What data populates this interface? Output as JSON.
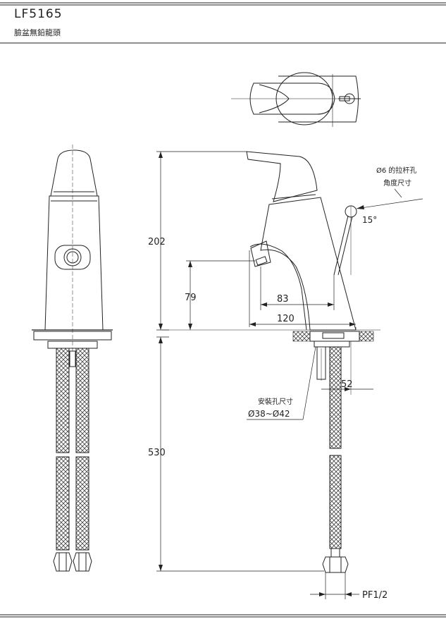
{
  "header": {
    "model": "LF5165",
    "description": "臉盆無鉛龍頭"
  },
  "dimensions": {
    "total_height": "202",
    "spout_height": "79",
    "spout_reach": "83",
    "base_length": "120",
    "hose_length": "530",
    "offset": "52",
    "thread": "PF1/2"
  },
  "annotations": {
    "pull_rod_hole": "Ø6 的拉杆孔",
    "angle_size": "角度尺寸",
    "angle": "15°",
    "mount_hole": "安裝孔尺寸",
    "mount_hole_range": "Ø38~Ø42"
  }
}
